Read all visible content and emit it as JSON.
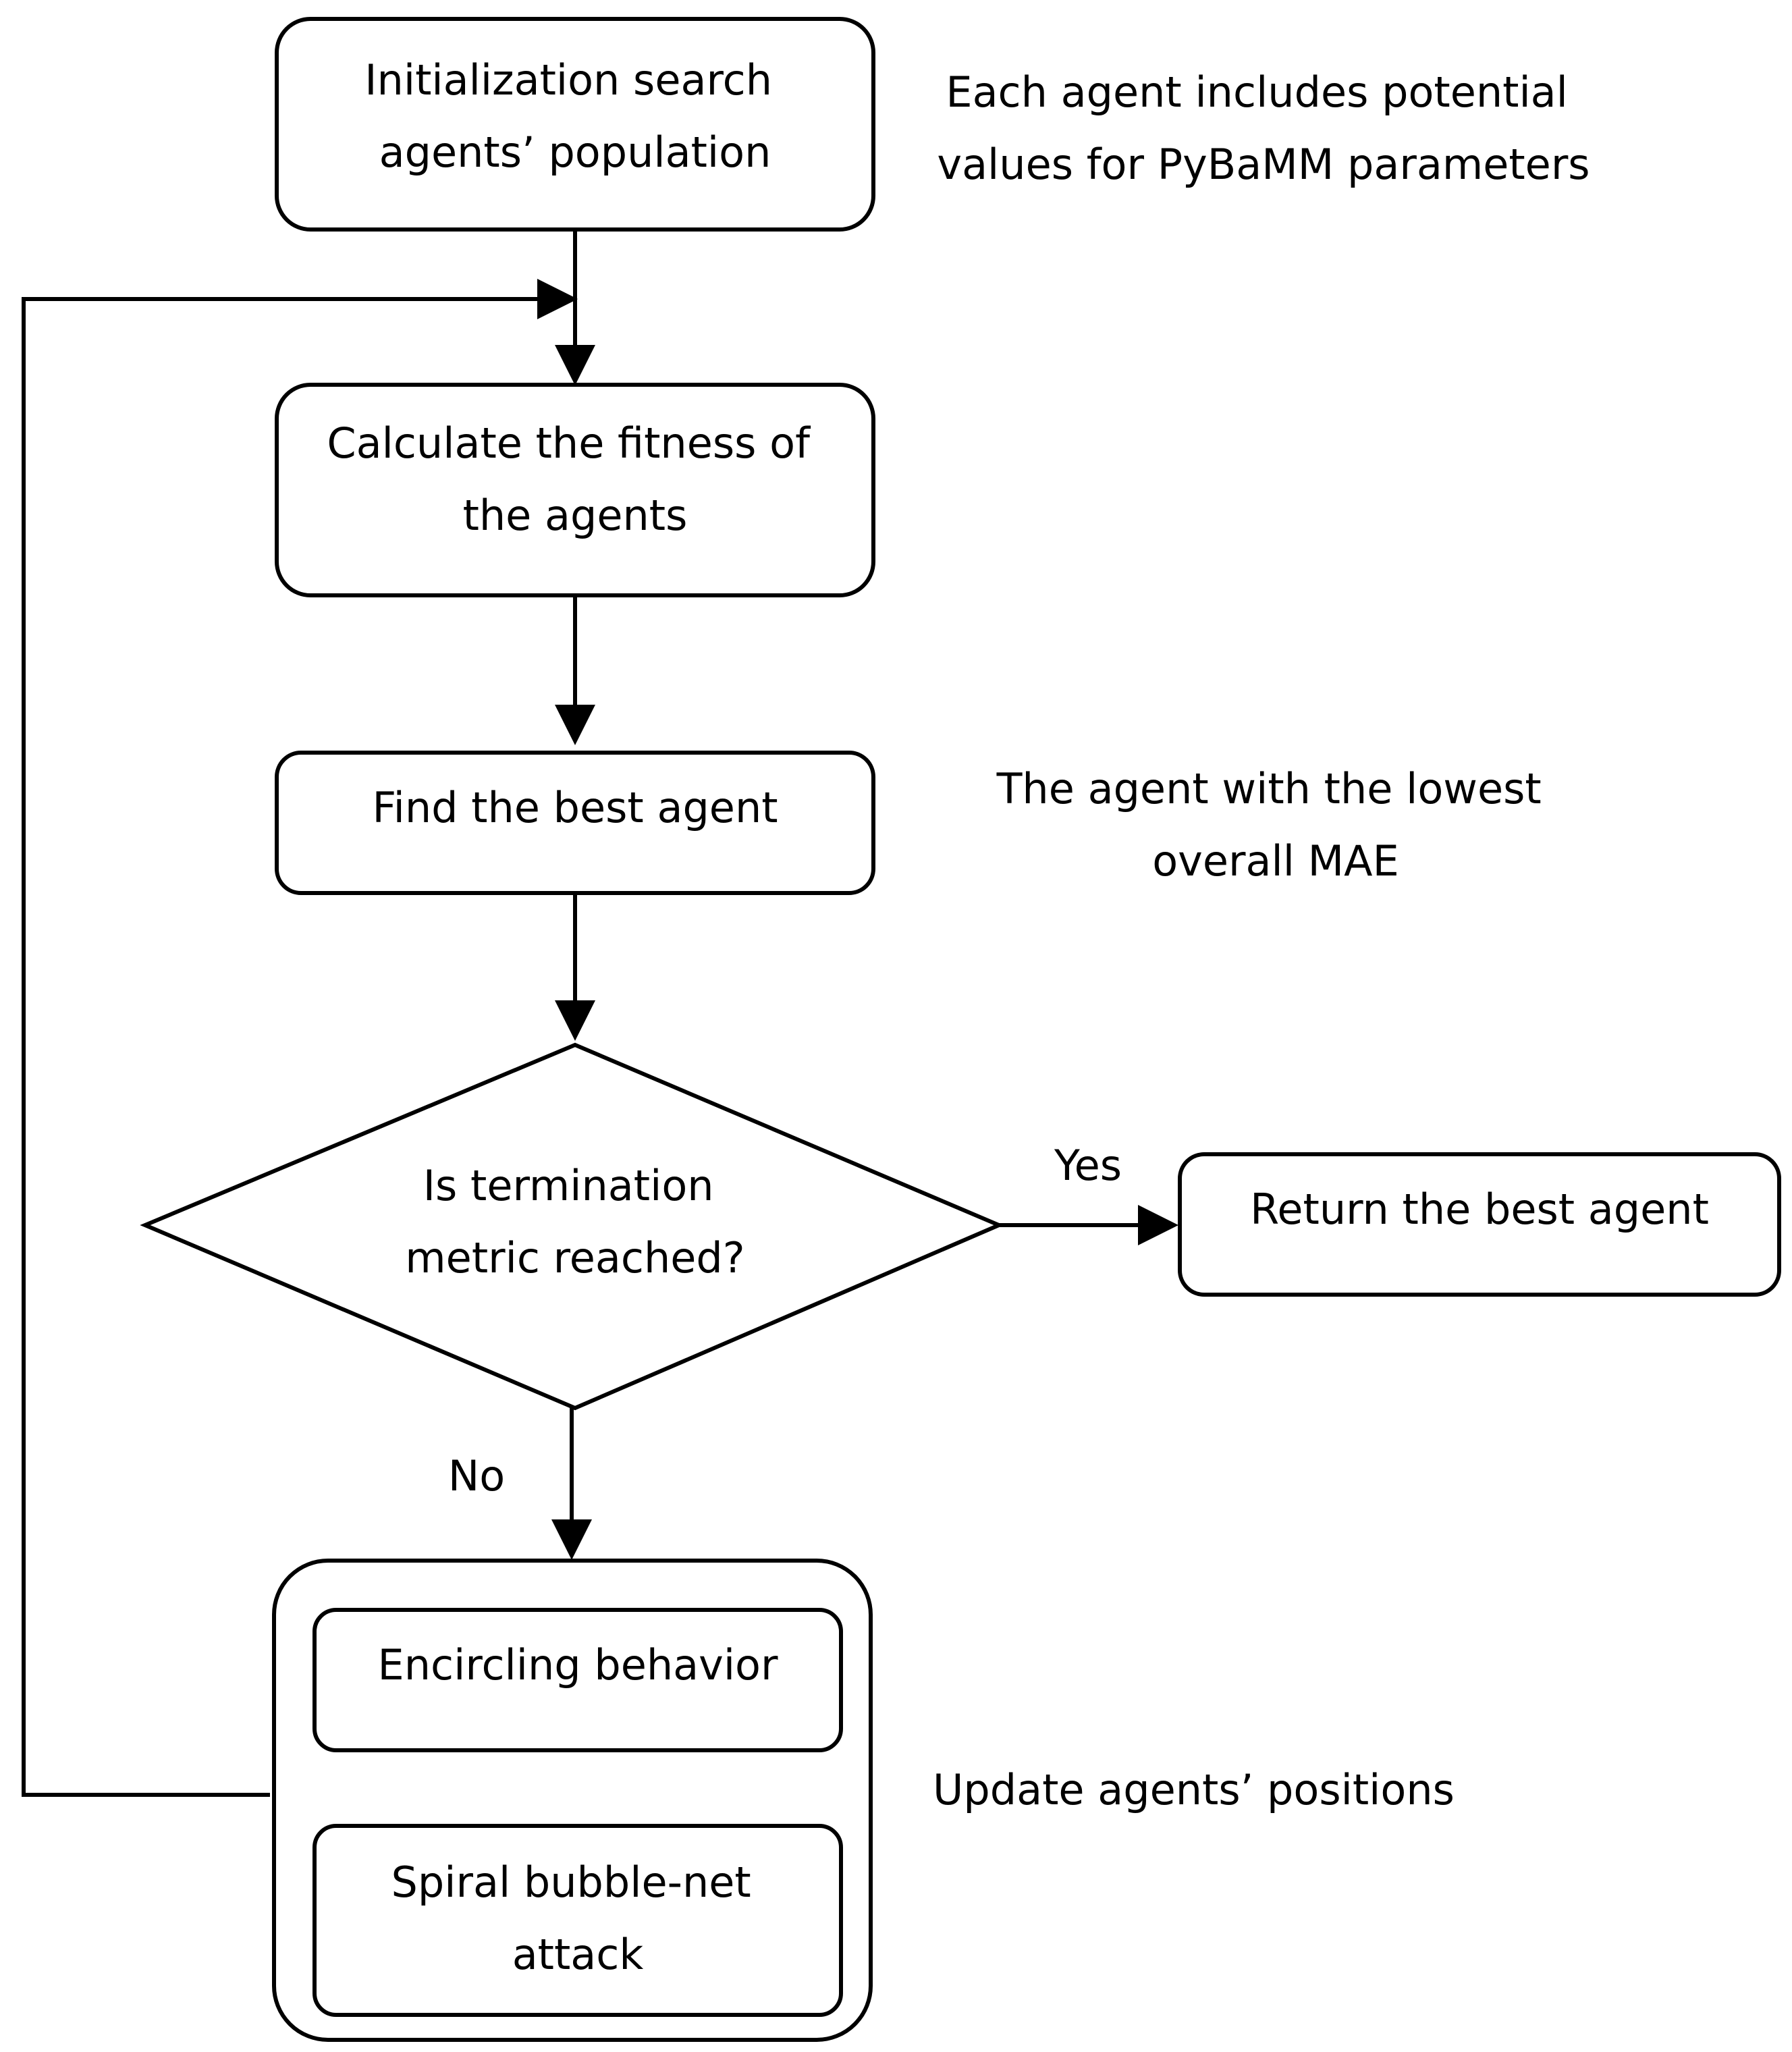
{
  "nodes": {
    "init": {
      "lines": [
        "Initialization search",
        "agents’ population"
      ]
    },
    "fitness": {
      "lines": [
        "Calculate the fitness of",
        "the agents"
      ]
    },
    "best": {
      "lines": [
        "Find the best agent"
      ]
    },
    "decision": {
      "lines": [
        "Is termination",
        "metric reached?"
      ]
    },
    "return": {
      "lines": [
        "Return the best agent"
      ]
    },
    "encircling": {
      "lines": [
        "Encircling behavior"
      ]
    },
    "spiral": {
      "lines": [
        "Spiral bubble-net",
        "attack"
      ]
    }
  },
  "notes": {
    "init_note": [
      "Each agent includes potential",
      "values for PyBaMM parameters"
    ],
    "best_note": [
      "The agent with the lowest",
      "overall MAE"
    ],
    "update_note": [
      "Update agents’ positions"
    ]
  },
  "edges": {
    "yes_label": "Yes",
    "no_label": "No"
  },
  "colors": {
    "stroke": "#000000",
    "fill": "#ffffff",
    "text": "#000000"
  }
}
